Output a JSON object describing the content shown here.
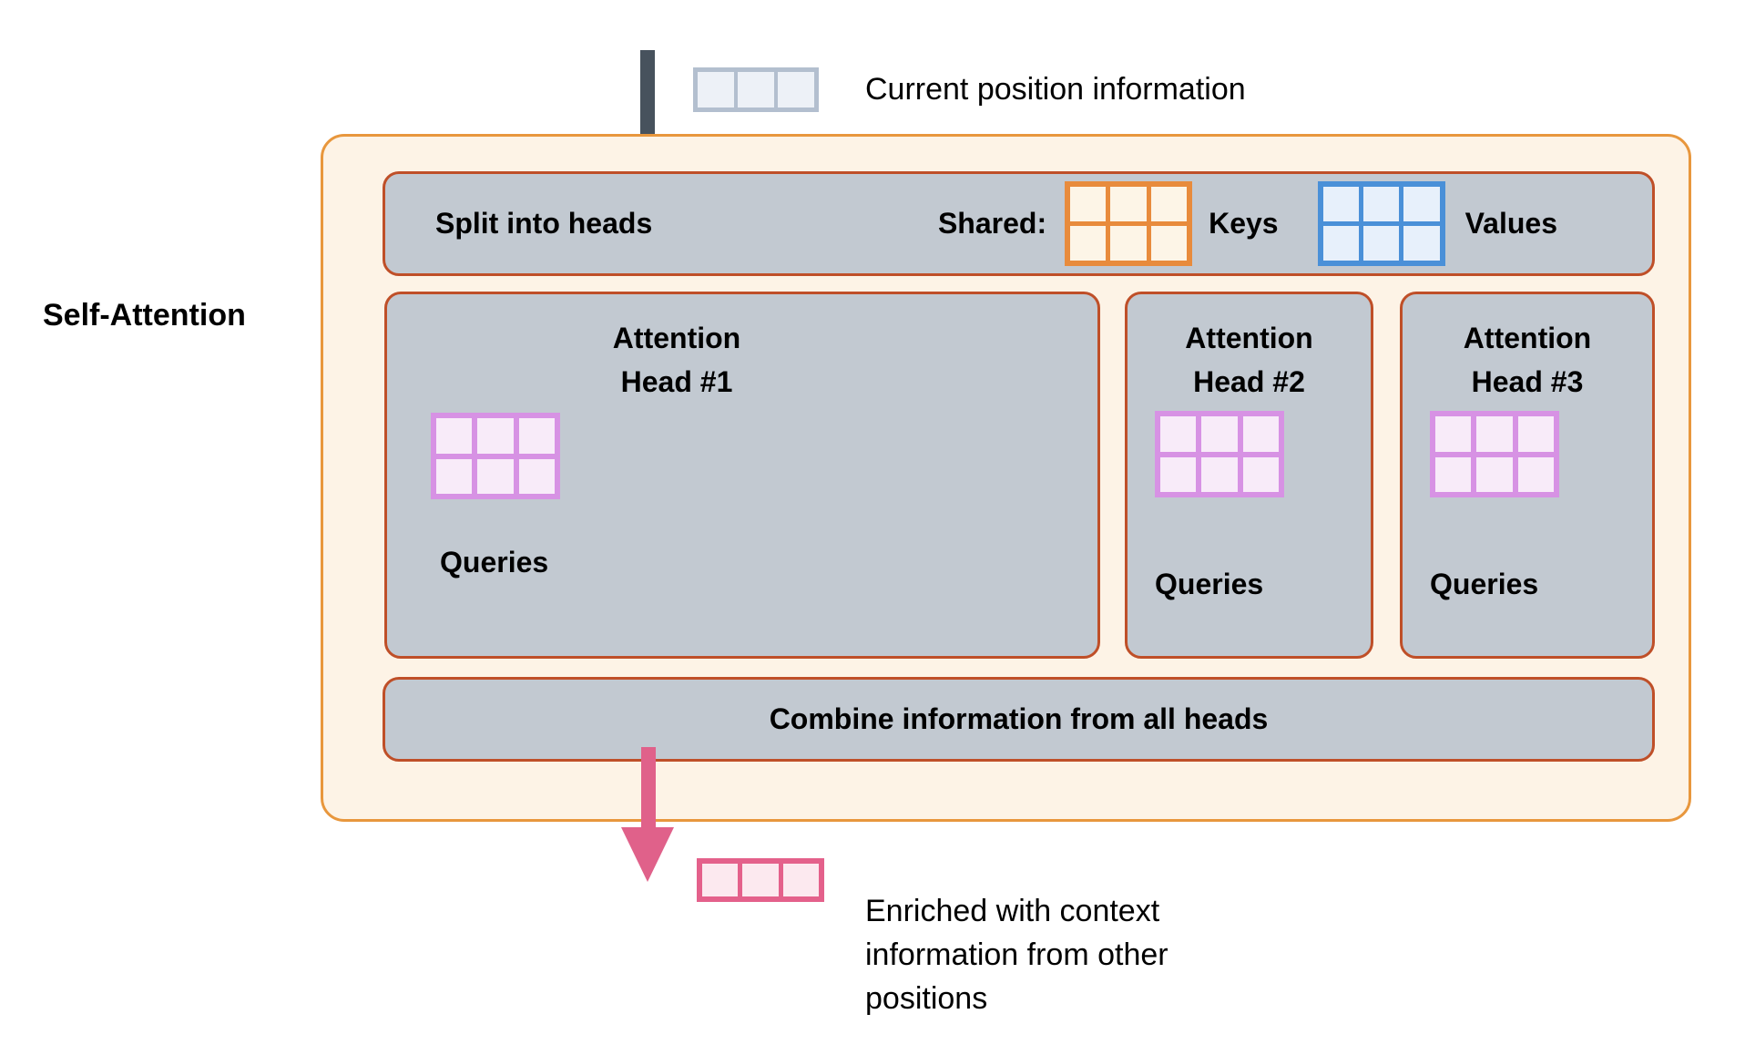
{
  "title": "Self-Attention",
  "colors": {
    "outer_border": "#e8973d",
    "outer_fill": "#fdf3e6",
    "inner_border": "#bf4f28",
    "inner_fill": "#c2c9d1",
    "dark_arrow": "#47525d",
    "pink_arrow": "#e0618a",
    "current_grid_border": "#b3bfcf",
    "current_grid_fill": "#edf1f7",
    "keys_grid_border": "#e88b3c",
    "keys_grid_fill": "#fdf5e7",
    "values_grid_border": "#4a90d8",
    "values_grid_fill": "#e7f0fb",
    "queries_grid_border": "#d792e4",
    "queries_grid_fill": "#f8ebf9",
    "enriched_grid_border": "#e4618b",
    "enriched_grid_fill": "#fce9ef",
    "text": "#000000"
  },
  "top_annotation": {
    "label": "Current position information"
  },
  "split_bar": {
    "label": "Split into heads",
    "shared_label": "Shared:",
    "keys_label": "Keys",
    "values_label": "Values"
  },
  "heads": [
    {
      "title_line1": "Attention",
      "title_line2": "Head #1",
      "queries_label": "Queries"
    },
    {
      "title_line1": "Attention",
      "title_line2": "Head #2",
      "queries_label": "Queries"
    },
    {
      "title_line1": "Attention",
      "title_line2": "Head #3",
      "queries_label": "Queries"
    }
  ],
  "combine_bar": {
    "label": "Combine information from all heads"
  },
  "bottom_annotation": {
    "lines": [
      "Enriched with context",
      "information from other",
      "positions"
    ]
  }
}
